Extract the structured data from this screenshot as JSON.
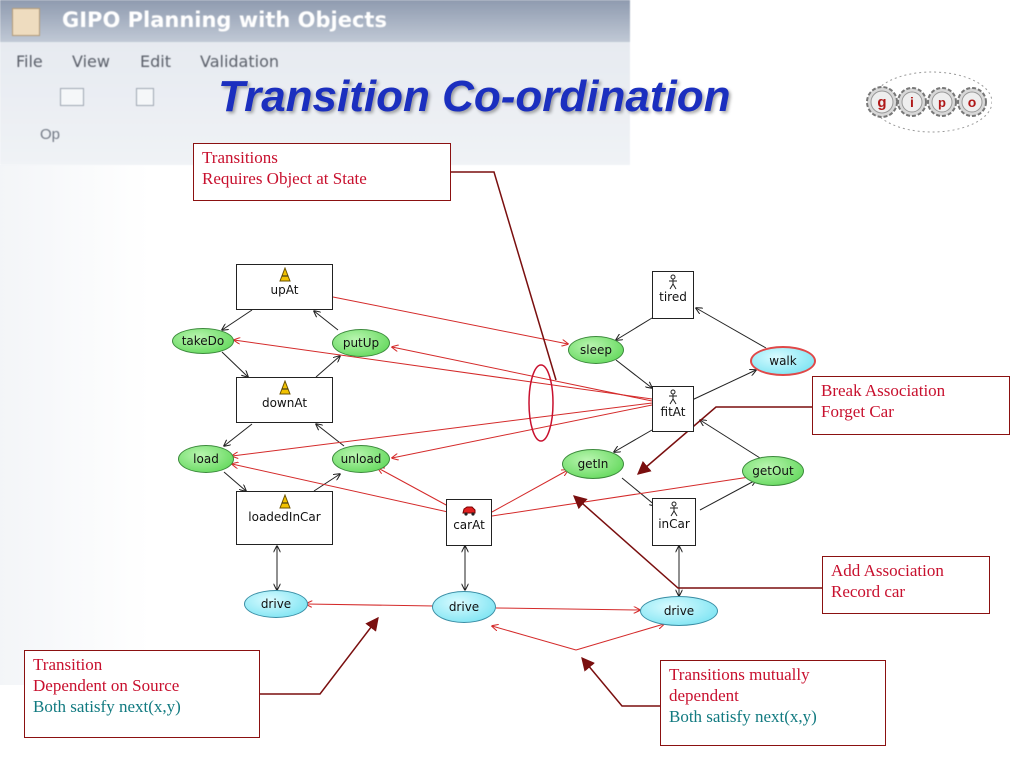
{
  "app_window": {
    "title": "GIPO Planning with Objects",
    "menu": [
      "File",
      "View",
      "Edit",
      "Validation"
    ],
    "toolbar_label": "Op"
  },
  "slide": {
    "title": "Transition Co-ordination"
  },
  "logo": {
    "letters": [
      "g",
      "i",
      "p",
      "o"
    ]
  },
  "states": {
    "upAt": "upAt",
    "downAt": "downAt",
    "loadedInCar": "loadedInCar",
    "carAt": "carAt",
    "tired": "tired",
    "fitAt": "fitAt",
    "inCar": "inCar"
  },
  "transitions": {
    "takeDown": "takeDo",
    "putUp": "putUp",
    "load": "load",
    "unload": "unload",
    "sleep": "sleep",
    "walk": "walk",
    "getIn": "getIn",
    "getOut": "getOut",
    "drive1": "drive",
    "drive2": "drive",
    "drive3": "drive"
  },
  "notes": {
    "requires": [
      "Transitions",
      "Requires Object at State"
    ],
    "break": [
      "Break Association",
      "Forget Car"
    ],
    "add": [
      "Add Association",
      "Record car"
    ],
    "dependent": [
      "Transition",
      "Dependent on Source",
      "Both satisfy next(x,y)"
    ],
    "mutual": [
      "Transitions mutually",
      "dependent",
      "Both satisfy next(x,y)"
    ]
  },
  "colors": {
    "title": "#1b2fbf",
    "note_text": "#c8102e",
    "note_teal": "#117a80",
    "arrow_red": "#d42a2a",
    "callout": "#7a0f0f",
    "transition_green": "#52d34b",
    "transition_cyan": "#69dff0"
  }
}
